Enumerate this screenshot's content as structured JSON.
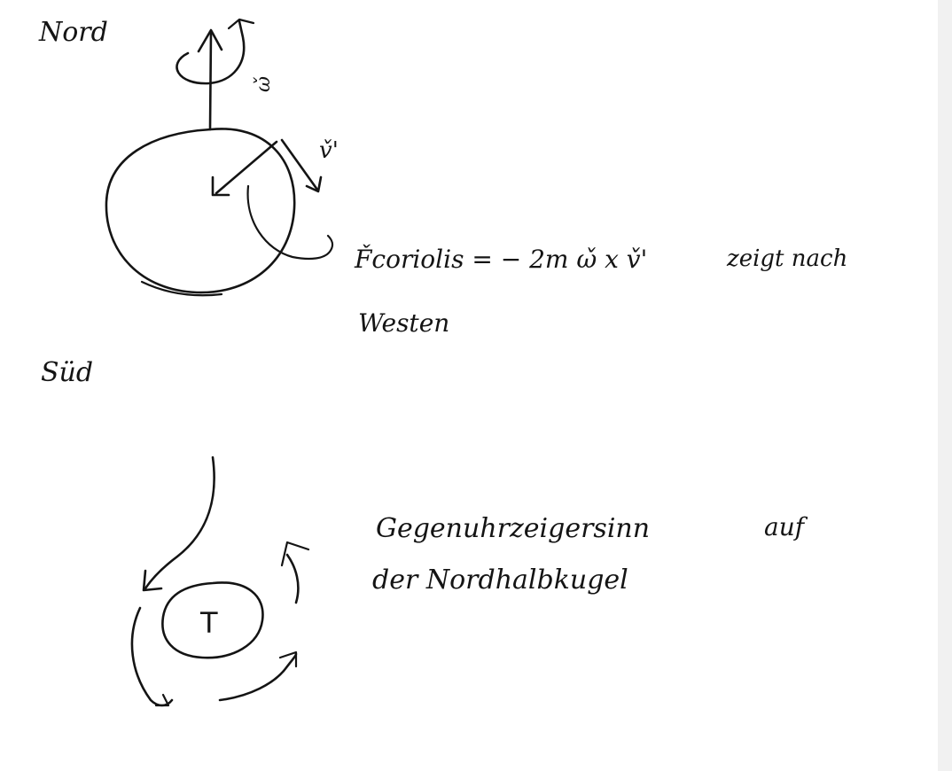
{
  "labels": {
    "north": "Nord",
    "south": "Süd",
    "omega": "ω̌",
    "velocity": "v̌'",
    "coriolis_formula": "F̌coriolis = − 2m ω̌ x v̌'",
    "coriolis_direction": "zeigt nach",
    "coriolis_direction_cont": "Westen",
    "low_pressure": "T",
    "rotation_note_line1": "Gegenuhrzeigersinn",
    "rotation_note_suffix": "auf",
    "rotation_note_line2": "der Nordhalbkugel"
  },
  "colors": {
    "ink": "#141414",
    "paper": "#ffffff",
    "edge": "#f1f1f1"
  }
}
